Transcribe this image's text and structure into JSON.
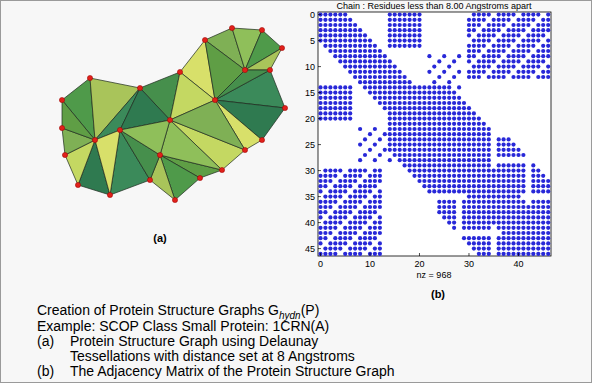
{
  "diagram": {
    "labels": [
      "Chain : Residues less than 8.00 Angstroms apart",
      "0",
      "5",
      "10",
      "15",
      "20",
      "25",
      "30",
      "35",
      "40",
      "45",
      "0",
      "10",
      "20",
      "30",
      "40",
      "nz = 968",
      "(a)",
      "(b)",
      "Creation of Protein Structure Graphs G",
      "hydn",
      "(P)",
      "Example: SCOP Class Small Protein: 1CRN(A)",
      "(a)",
      "Protein Structure Graph using Delaunay Tessellations with distance set at 8 Angstroms",
      "(b)",
      "The Adjacency Matrix of the Protein Structure Graph"
    ]
  }
}
